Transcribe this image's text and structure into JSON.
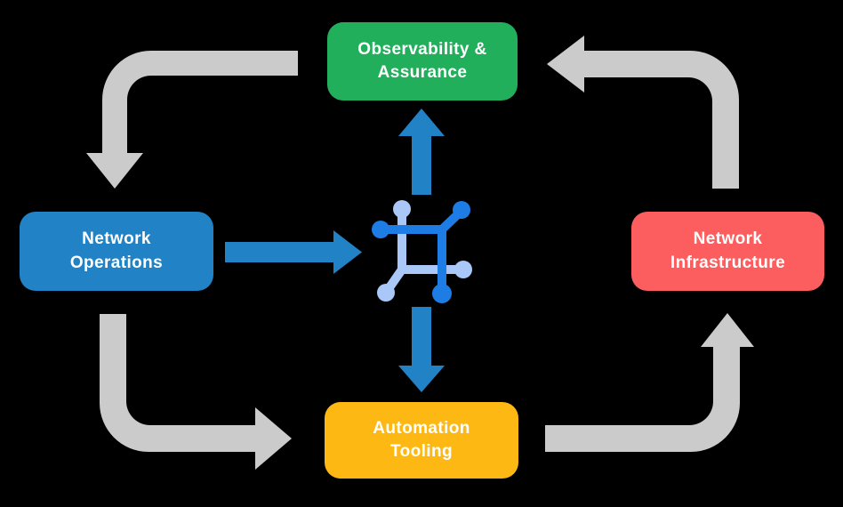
{
  "background": "#000000",
  "colors": {
    "arrow_gray": "#CBCBCB",
    "arrow_blue": "#2182C6",
    "icon_dark_blue": "#1E7CE5",
    "icon_light_blue": "#A9C8F8",
    "label_text": "#FFFFFF",
    "observability_green": "#22AF5B",
    "operations_blue": "#2182C6",
    "infrastructure_red": "#FC5E5F",
    "automation_yellow": "#FDB813"
  },
  "icons": {
    "center": "network-nodes-icon"
  },
  "nodes": {
    "observability": {
      "label": "Observability &\nAssurance",
      "color": "#22AF5B"
    },
    "operations": {
      "label": "Network\nOperations",
      "color": "#2182C6"
    },
    "infrastructure": {
      "label": "Network\nInfrastructure",
      "color": "#FC5E5F"
    },
    "automation": {
      "label": "Automation\nTooling",
      "color": "#FDB813"
    }
  }
}
